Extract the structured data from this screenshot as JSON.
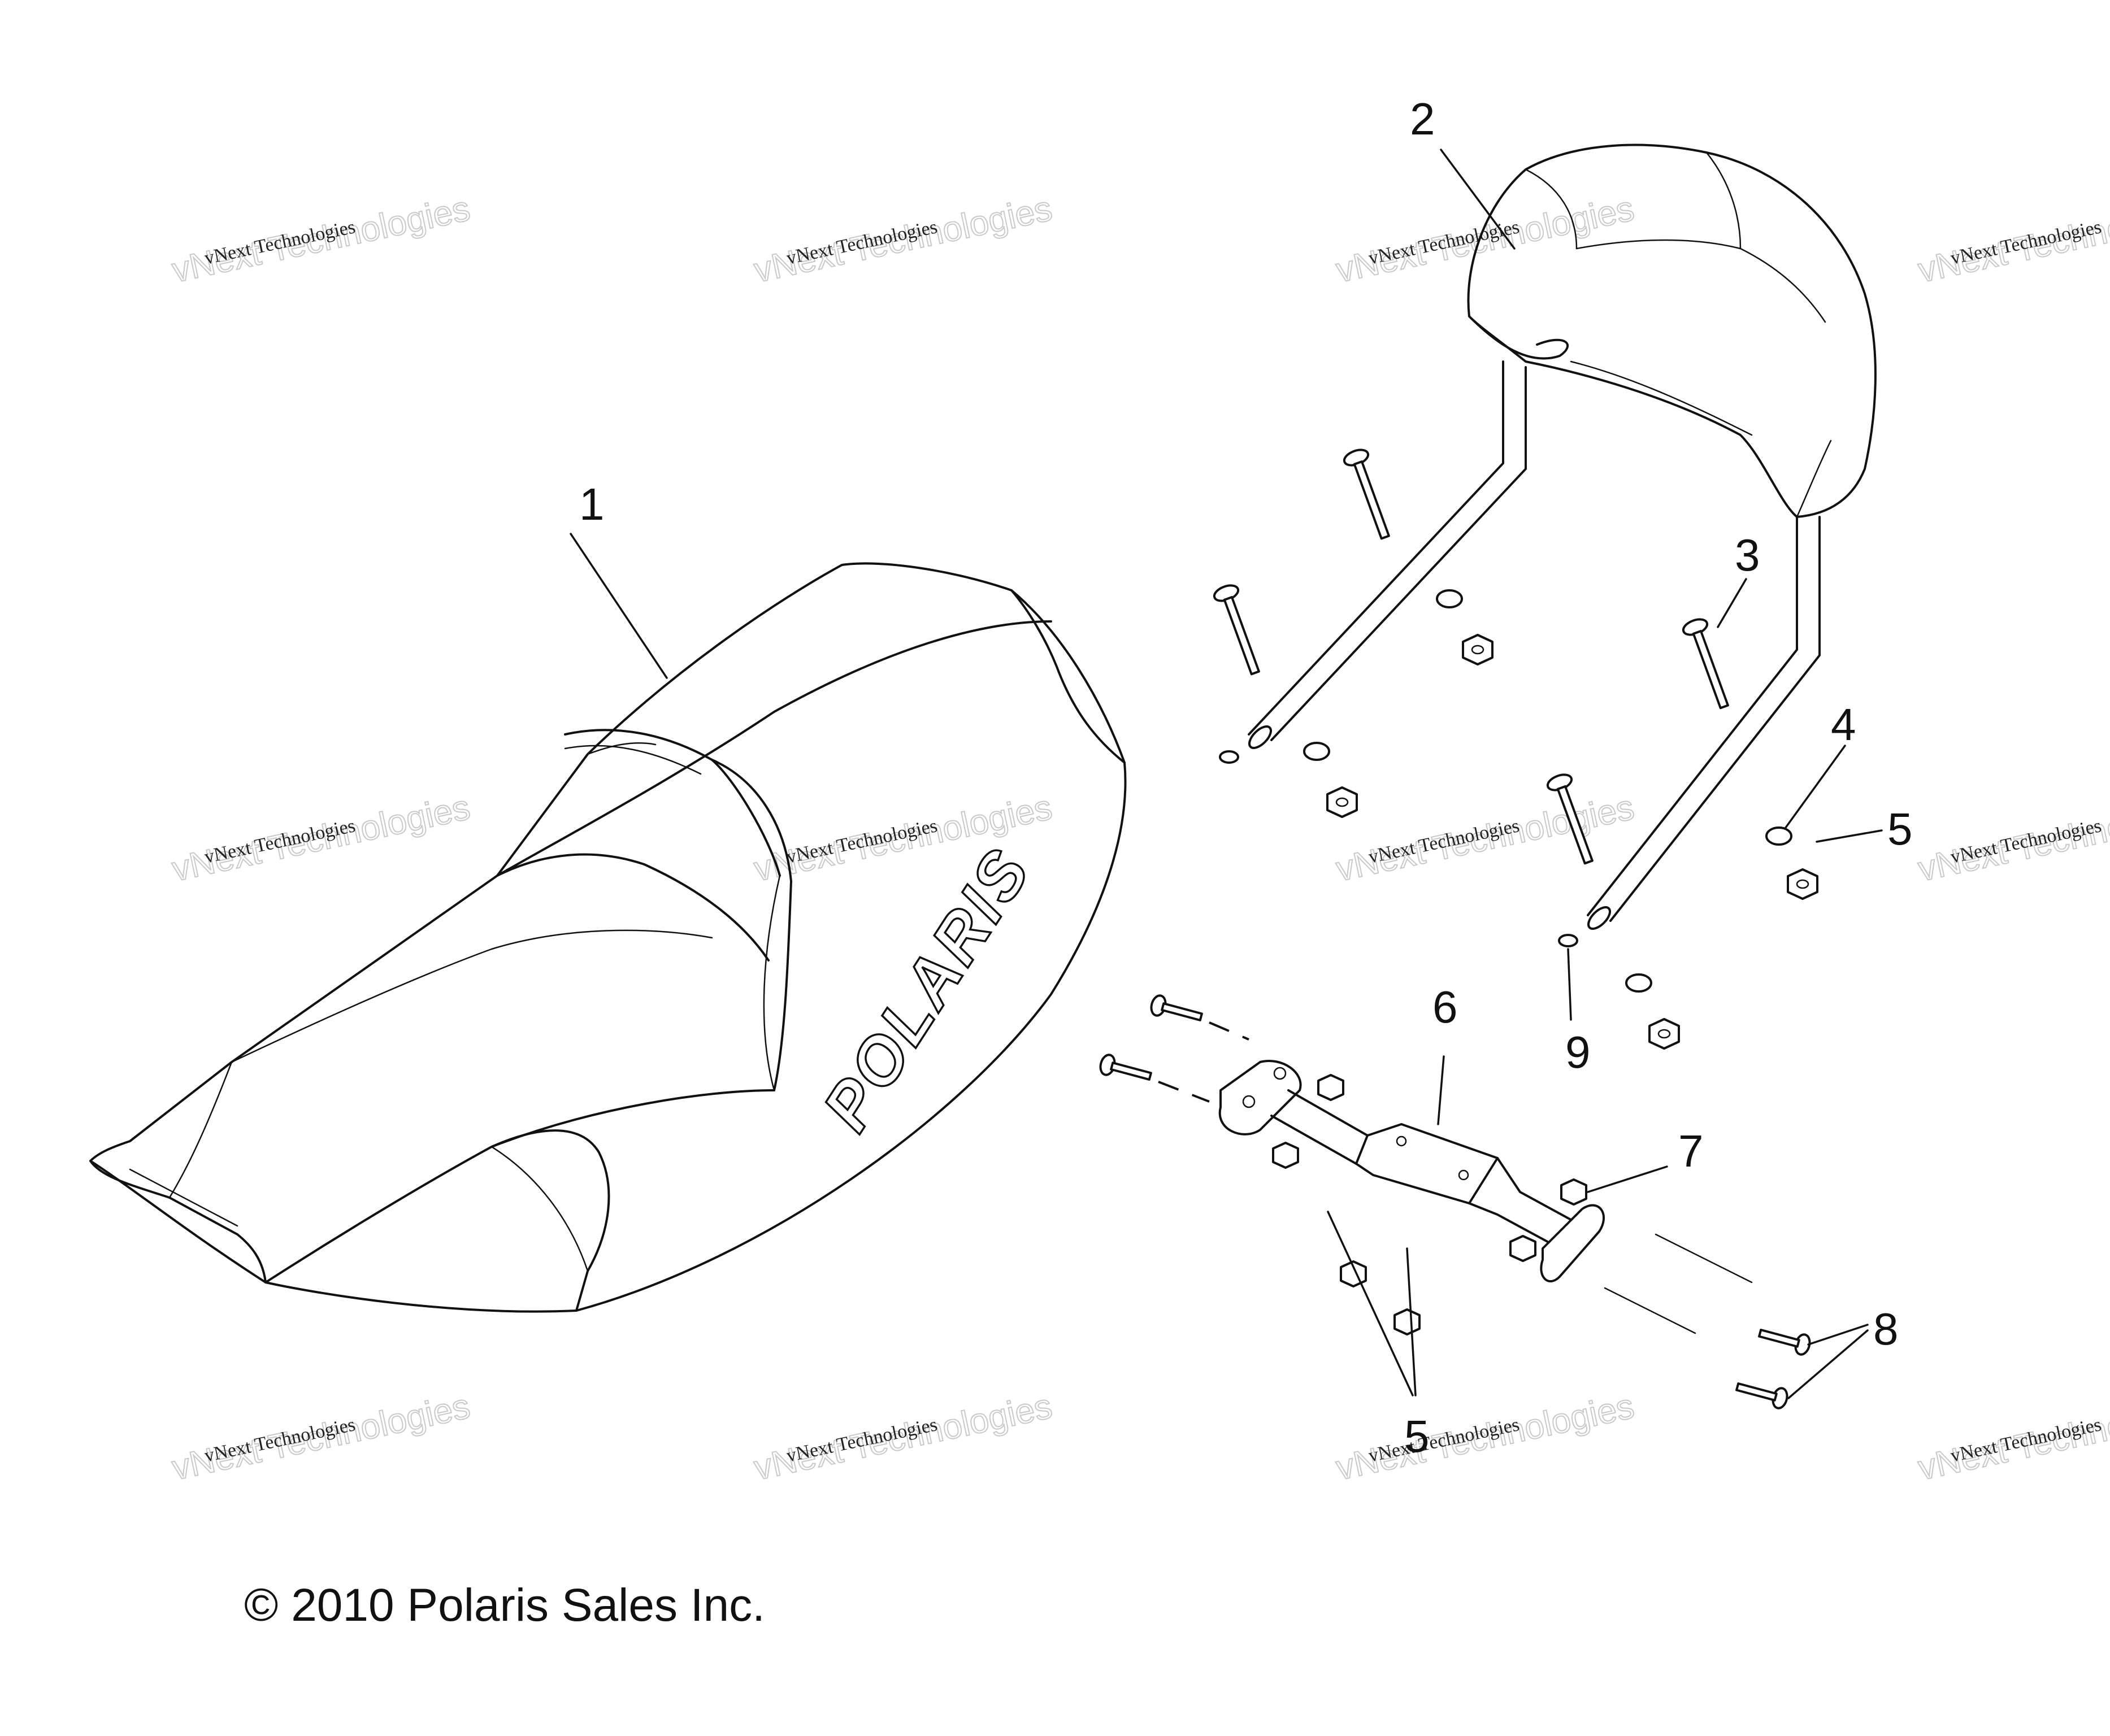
{
  "callouts": {
    "seat": "1",
    "backrest": "2",
    "bolt": "3",
    "washer": "4",
    "nut_right": "5",
    "bracket": "6",
    "nut_bracket": "7",
    "screw": "8",
    "pin": "9",
    "nut_bottom": "5"
  },
  "seat_logo": "POLARIS",
  "watermark": {
    "line1": "vNext Technologies",
    "line2": "vNext Technologies"
  },
  "copyright": "© 2010 Polaris Sales Inc."
}
